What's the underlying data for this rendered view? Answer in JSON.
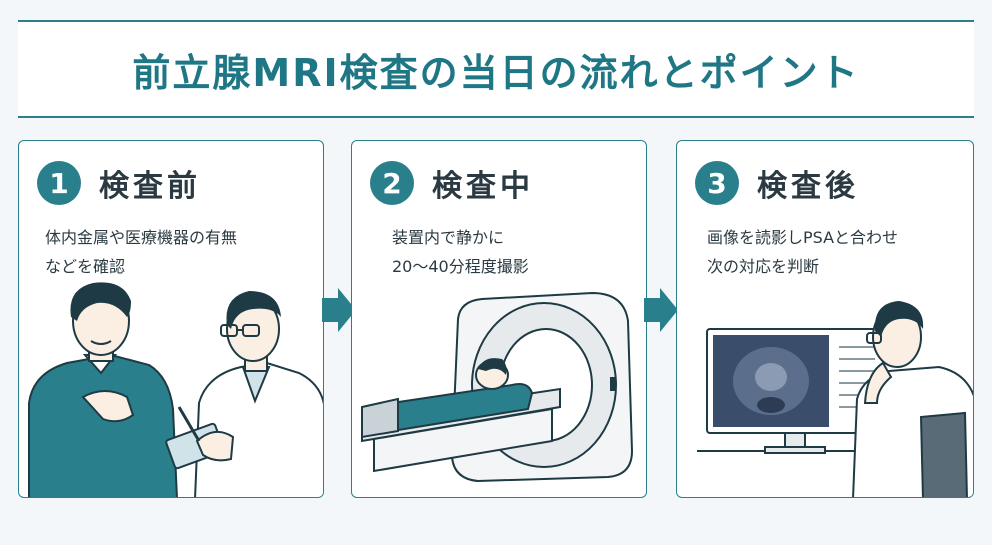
{
  "title": "前立腺MRI検査の当日の流れとポイント",
  "colors": {
    "accent": "#2a7f8c",
    "text": "#2b3a42",
    "background": "#f4f7f9"
  },
  "steps": [
    {
      "number": "1",
      "title": "検査前",
      "lines": [
        "体内金属や医療機器の有無",
        "などを確認"
      ]
    },
    {
      "number": "2",
      "title": "検査中",
      "lines": [
        "装置内で静かに",
        "20〜40分程度撮影"
      ]
    },
    {
      "number": "3",
      "title": "検査後",
      "lines": [
        "画像を読影しPSAと合わせ",
        "次の対応を判断"
      ]
    }
  ]
}
